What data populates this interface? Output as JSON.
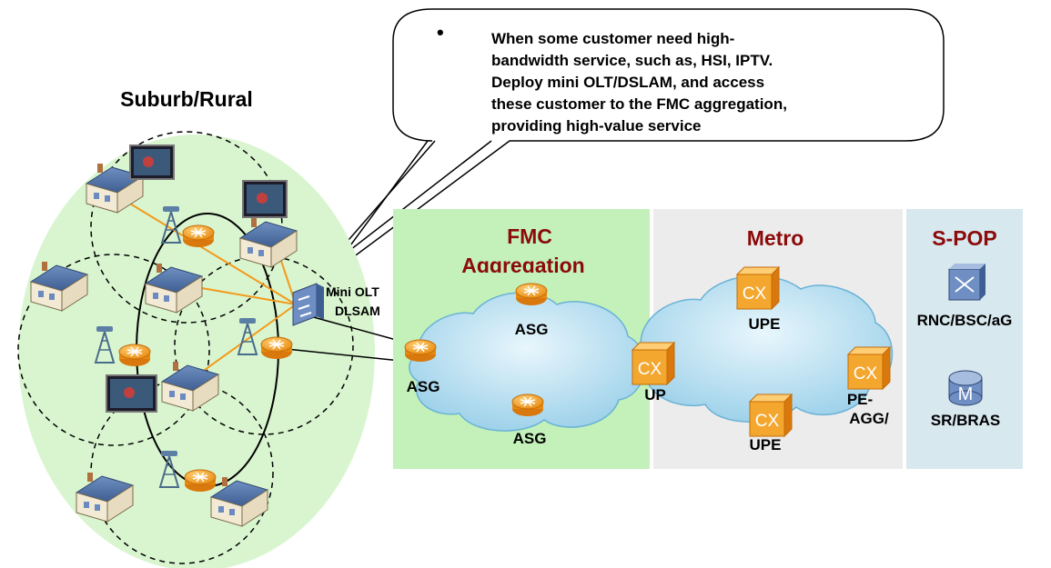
{
  "callout": {
    "bullet": "•",
    "lines": [
      "When some customer need high-",
      "bandwidth service, such as, HSI, IPTV.",
      "Deploy mini OLT/DSLAM, and access",
      "these customer to the FMC aggregation,",
      "providing high-value service"
    ]
  },
  "suburb": {
    "title": "Suburb/Rural"
  },
  "mini_olt": {
    "line1": "Mini OLT",
    "line2": "DLSAM"
  },
  "regions": {
    "fmc": {
      "title_line1": "FMC",
      "title_line2": "Aggregation"
    },
    "metro": {
      "title": "Metro"
    },
    "spop": {
      "title": "S-POP"
    }
  },
  "nodes": {
    "asg_top": "ASG",
    "asg_left": "ASG",
    "asg_bottom": "ASG",
    "up": "UP",
    "upe_top": "UPE",
    "upe_bottom": "UPE",
    "pe_agg_line1": "PE-",
    "pe_agg_line2": "AGG/",
    "rnc": "RNC/BSC/aG",
    "sr_bras": "SR/BRAS"
  },
  "colors": {
    "suburb_fill": "#d9f5d0",
    "fmc_fill": "#c3f1b9",
    "metro_fill": "#ececec",
    "spop_fill": "#d8e8ef",
    "region_title": "#8b0a0a",
    "router_orange": "#f7a028",
    "link_orange": "#f39a1b",
    "cloud_blue": "#a9d7ec"
  }
}
